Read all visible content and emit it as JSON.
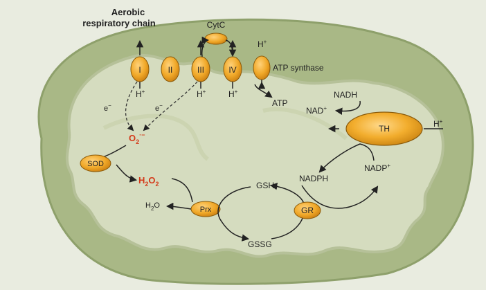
{
  "labels": {
    "chain_title_line1": "Aerobic",
    "chain_title_line2": "respiratory chain",
    "cytc": "CytC",
    "complex_1": "I",
    "complex_2": "II",
    "complex_3": "III",
    "complex_4": "IV",
    "proton": "H",
    "proton_sup": "+",
    "atp_synthase": "ATP synthase",
    "atp": "ATP",
    "electron": "e",
    "electron_sup": "−",
    "superoxide_base": "O",
    "superoxide_sub": "2",
    "superoxide_sup": "·−",
    "sod": "SOD",
    "h2o2_h": "H",
    "h2o2_sub1": "2",
    "h2o2_o": "O",
    "h2o2_sub2": "2",
    "water_h": "H",
    "water_sub": "2",
    "water_o": "O",
    "prx": "Prx",
    "gsh": "GSH",
    "gssg": "GSSG",
    "gr": "GR",
    "nadph": "NADPH",
    "nadp": "NADP",
    "nadp_sup": "+",
    "nadh": "NADH",
    "nad": "NAD",
    "nad_sup": "+",
    "th": "TH"
  },
  "colors": {
    "outer_membrane": "#8ea06b",
    "outer_fill": "#a9b886",
    "inner_fill": "#d7dec1",
    "matrix_fill": "#d5dcbf",
    "protein_fill": "#f0a828",
    "protein_stroke": "#8a5a0a",
    "ros": "#d43a1a",
    "ink": "#222222"
  }
}
